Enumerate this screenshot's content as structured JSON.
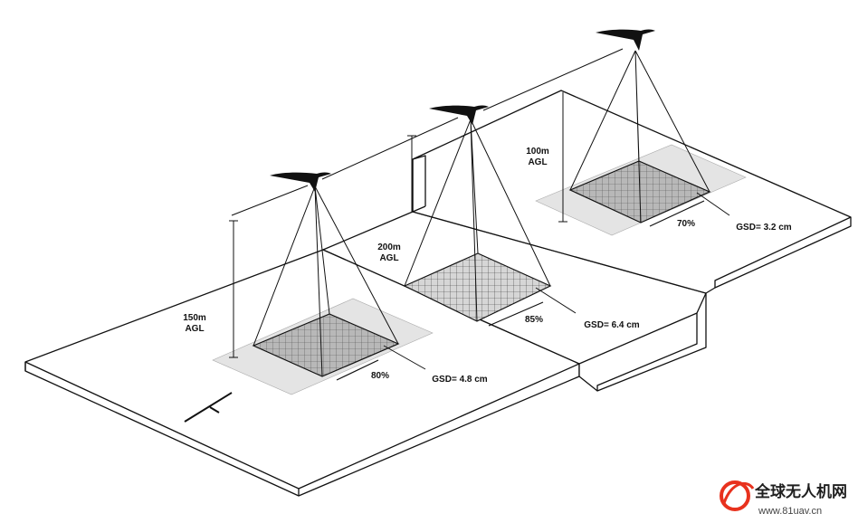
{
  "stations": [
    {
      "id": "low",
      "altitude_label": [
        "150m",
        "AGL"
      ],
      "overlap": "80%",
      "gsd": "GSD= 4.8 cm"
    },
    {
      "id": "mid",
      "altitude_label": [
        "200m",
        "AGL"
      ],
      "overlap": "85%",
      "gsd": "GSD= 6.4 cm"
    },
    {
      "id": "high",
      "altitude_label": [
        "100m",
        "AGL"
      ],
      "overlap": "70%",
      "gsd": "GSD= 3.2 cm"
    }
  ],
  "watermark": {
    "name": "全球无人机网",
    "url": "www.81uav.cn",
    "accent": "#e8321e"
  },
  "colors": {
    "line": "#111111",
    "ground_fill": "#ffffff",
    "footprint_fill": "#b8b8b8",
    "strip_light": "#e4e4e4",
    "strip_mid": "#cfcfcf"
  }
}
